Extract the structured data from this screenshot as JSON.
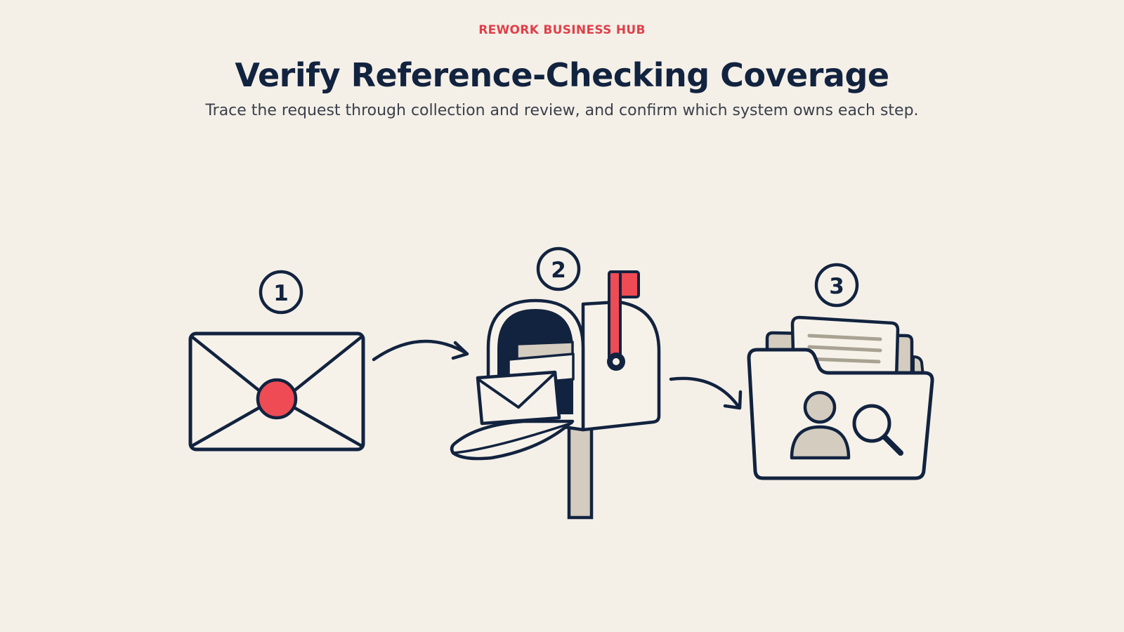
{
  "header": {
    "eyebrow": "REWORK BUSINESS HUB",
    "title": "Verify Reference-Checking Coverage",
    "subtitle": "Trace the request through collection and review, and confirm which system owns each step."
  },
  "steps": [
    {
      "number": "1",
      "icon": "sealed-envelope-icon"
    },
    {
      "number": "2",
      "icon": "mailbox-icon"
    },
    {
      "number": "3",
      "icon": "reference-folder-icon"
    }
  ],
  "colors": {
    "background": "#f4f0e8",
    "ink": "#12233f",
    "accent": "#ef4b55",
    "fill": "#d4ccbf"
  }
}
